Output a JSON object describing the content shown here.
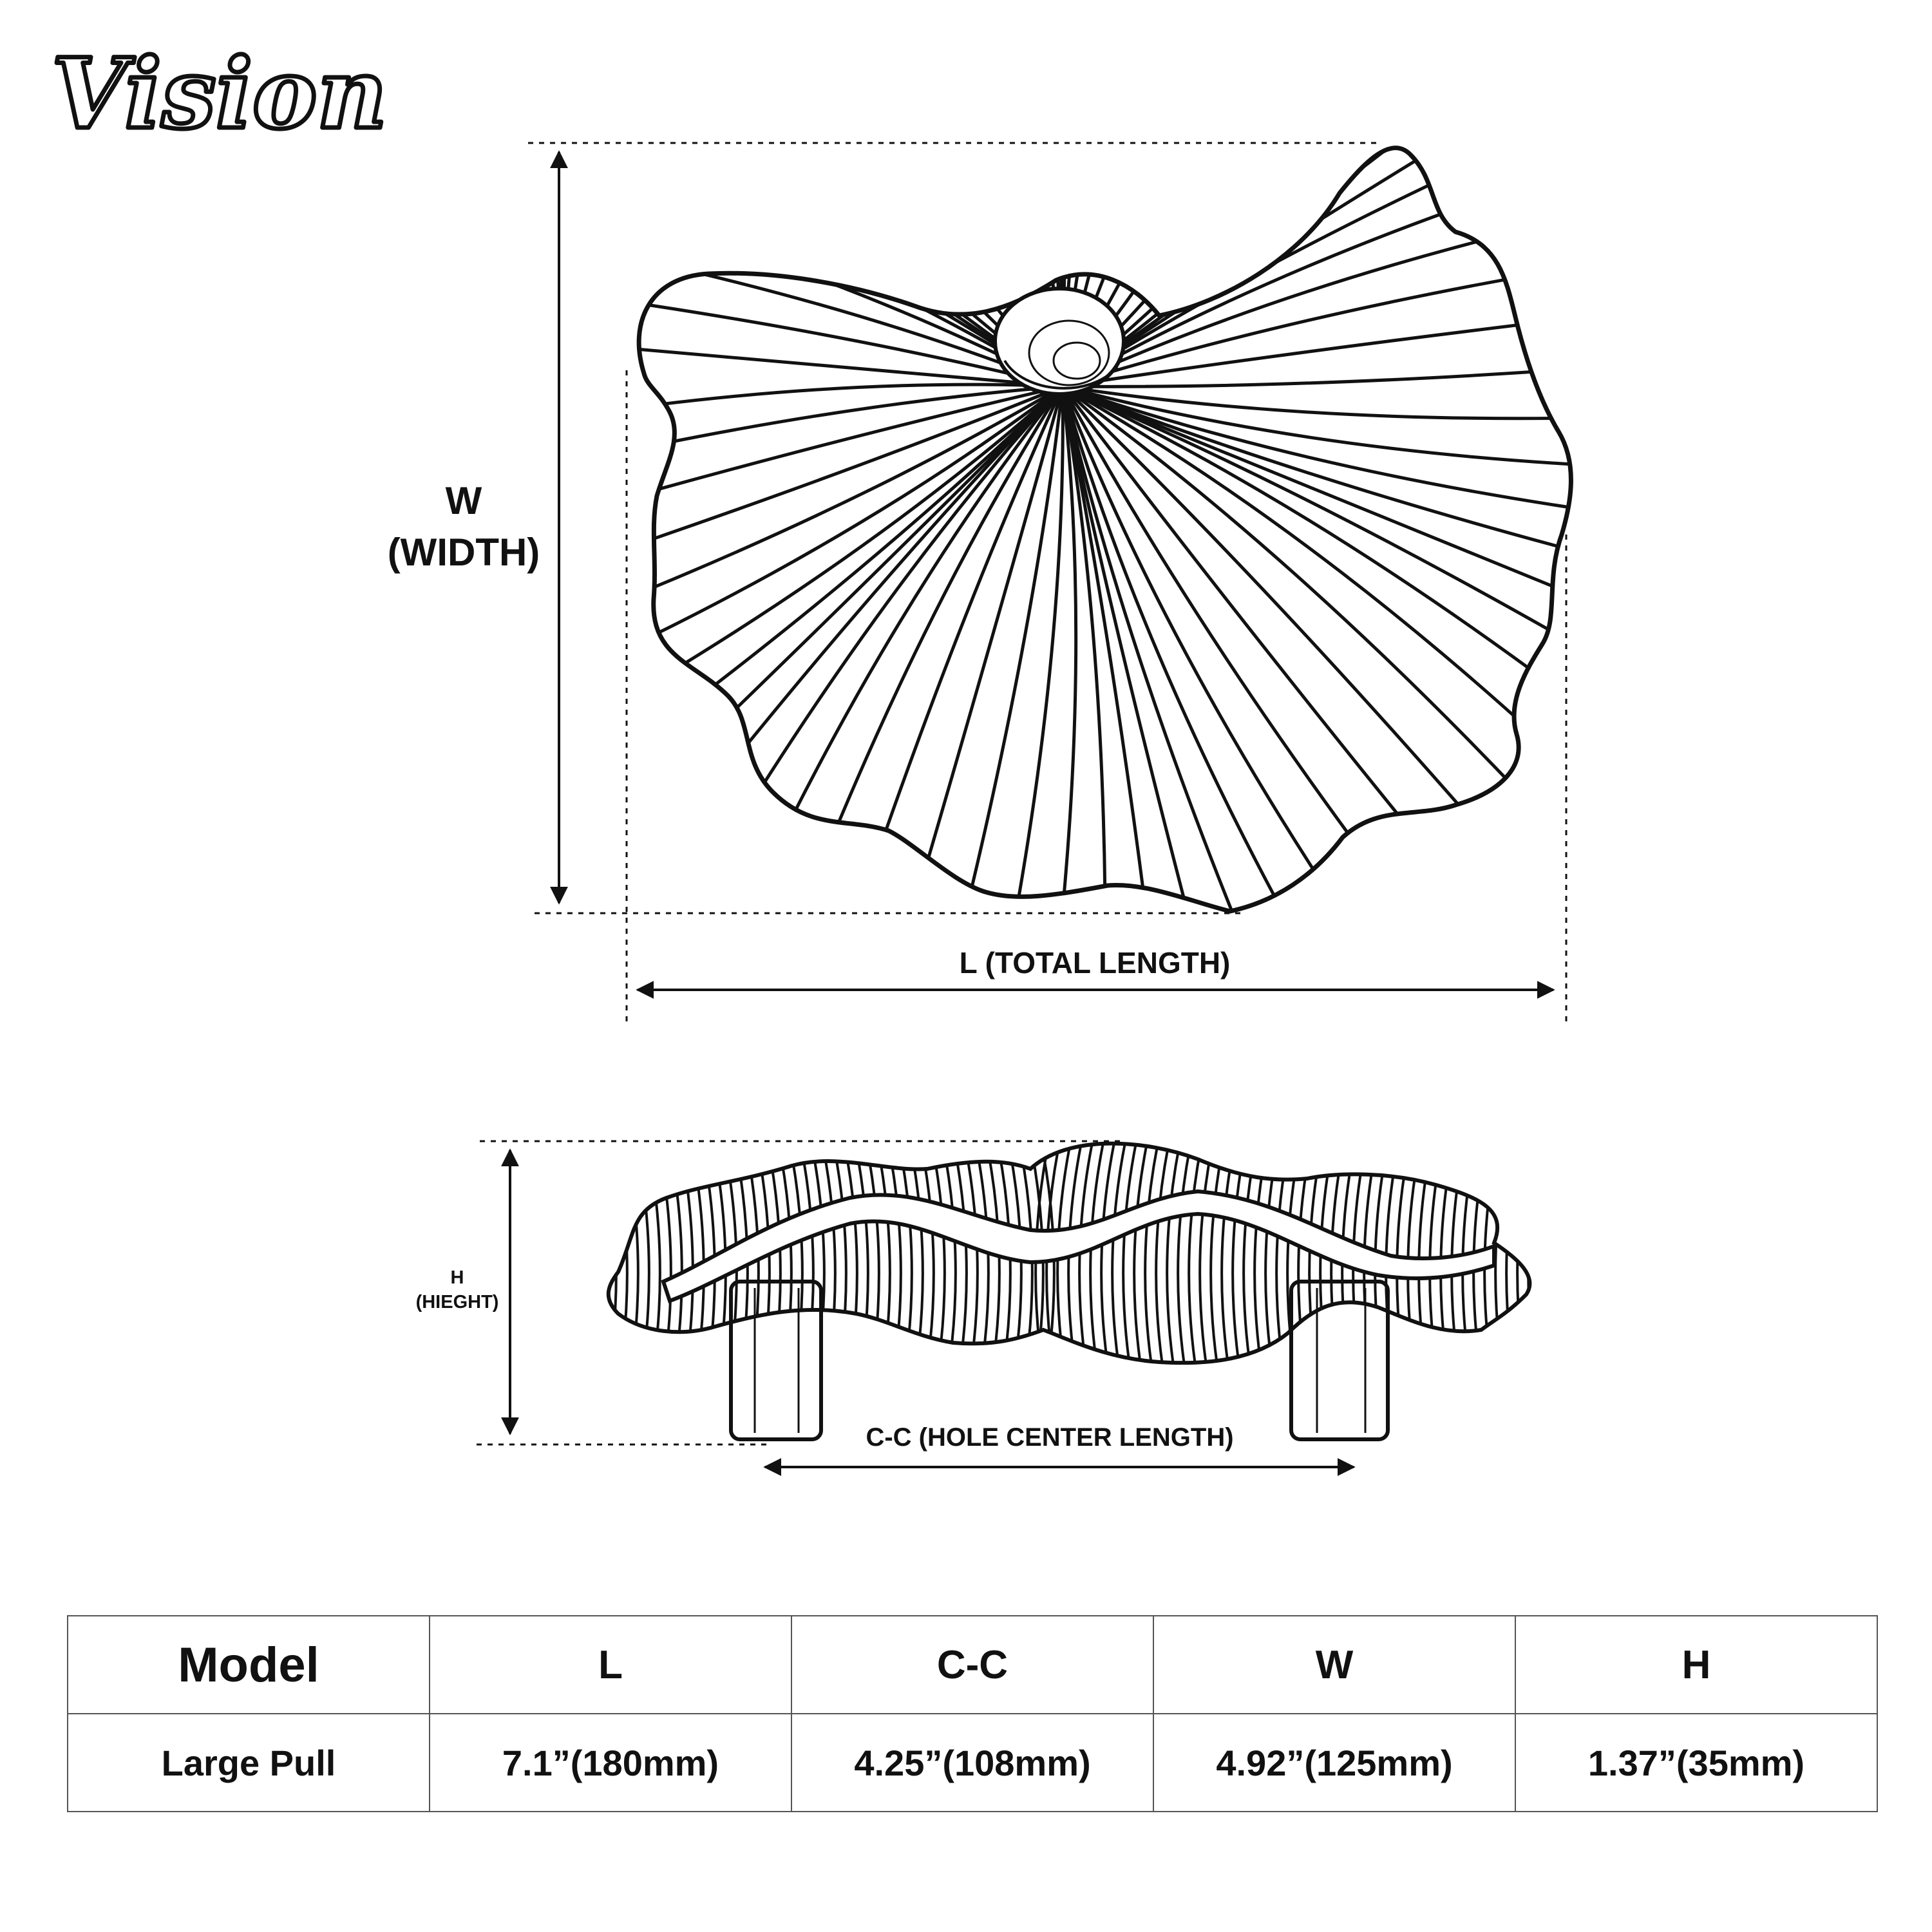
{
  "brand": {
    "logo_text": "Vision"
  },
  "diagram": {
    "width_label_line1": "W",
    "width_label_line2": "(WIDTH)",
    "length_label": "L (TOTAL LENGTH)",
    "height_label_line1": "H",
    "height_label_line2": "(HIEGHT)",
    "cc_label": "C-C (HOLE CENTER LENGTH)"
  },
  "spec_table": {
    "headers": [
      "Model",
      "L",
      "C-C",
      "W",
      "H"
    ],
    "rows": [
      [
        "Large Pull",
        "7.1”(180mm)",
        "4.25”(108mm)",
        "4.92”(125mm)",
        "1.37”(35mm)"
      ]
    ]
  },
  "colors": {
    "ink": "#111111",
    "background": "#ffffff",
    "table_border": "#555555"
  },
  "icons": [
    "shell-top-view-illustration",
    "shell-side-view-illustration"
  ]
}
